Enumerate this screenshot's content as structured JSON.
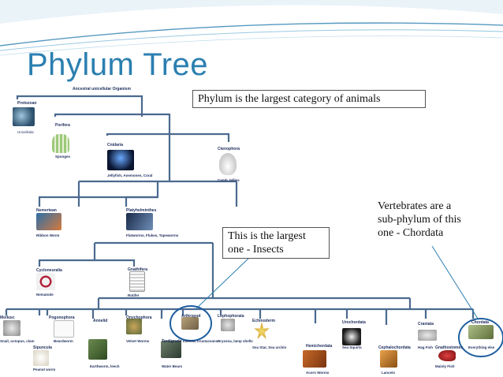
{
  "slide": {
    "title": "Phylum Tree",
    "accent": "#2b7fb0",
    "line_color": "#4b6a8f"
  },
  "callouts": {
    "largest_category": "Phylum is the largest category of animals",
    "insects_line1": "This is the largest",
    "insects_line2": "one - Insects",
    "vertebrates_line1": "Vertebrates are a",
    "vertebrates_line2": "sub-phylum of this",
    "vertebrates_line3": "one - Chordata"
  },
  "tree": {
    "root": "Ancestral unicellular Organism",
    "protozoan": "Protozoan",
    "unicellular": "Unicellular",
    "porifera": "Porifera",
    "sponges": "Sponges",
    "cnidaria": "Cnidaria",
    "cnidaria_examples": "Jellyfish, Anemones, Coral",
    "ctenophora": "Ctenophora",
    "comb_jellies": "Comb Jellies",
    "nemertean": "Nemertean",
    "ribbon_worm": "Ribbon Worm",
    "platyhelminthes": "Platyhelminthes",
    "platy_examples": "Flatworms, Flukes, Tapeworms",
    "cycloneuralia": "Cycloneuralia",
    "nematode": "Nematode",
    "gnathifera": "Gnathifera",
    "rotifer": "Rotifer",
    "mollusc": "Mollusc",
    "mollusc_examples": "Snail, octopus, clam",
    "sipuncula": "Sipuncula",
    "peanut_worm": "Peanut worm",
    "pogonophora": "Pogonophora",
    "beardworm": "Beardworm",
    "annelid": "Annelid",
    "annelid_examples": "Earthworm, leech",
    "onychophora": "Onychophora",
    "velvet_worms": "Velvet Worms",
    "tardigrade": "Tardigrade",
    "water_bears": "Water Bears",
    "arthropod": "Arthropod",
    "arthropod_examples": "Insects, crustaceans",
    "lophophorata": "Lophophorata",
    "lopho_examples": "Bryozoa, lamp shells",
    "echinoderm": "Echinoderm",
    "echino_examples": "Sea Star, Sea urchin",
    "hemichordata": "Hemichordata",
    "acorn_worms": "Acorn Worms",
    "urochordata": "Urochordata",
    "sea_squirts": "Sea Squirts",
    "cephalochordata": "Cephalochordata",
    "lancets": "Lancets",
    "craniata": "Craniata",
    "hag_fish": "Hag Fish",
    "gnathostomes": "Gnathostomes",
    "mainly_fish": "Mainly Fish",
    "chordata": "Chordata",
    "everything_else": "Everything else"
  }
}
